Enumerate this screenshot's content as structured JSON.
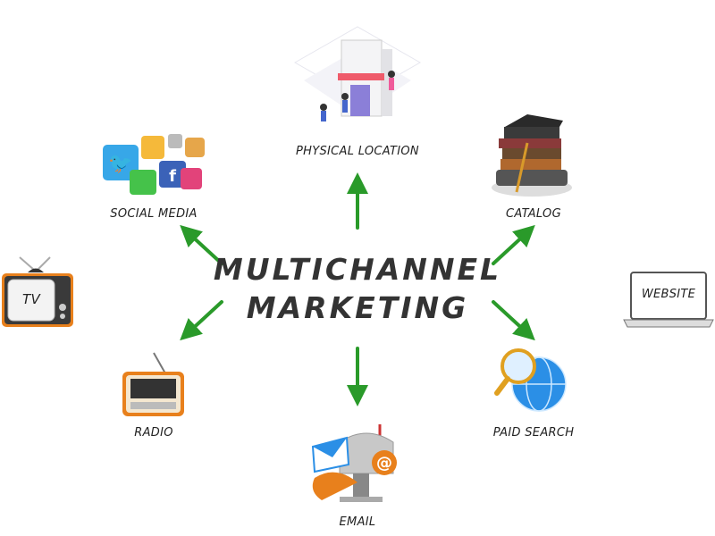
{
  "title": {
    "line1": "MULTICHANNEL",
    "line2": "MARKETING"
  },
  "colors": {
    "arrow": "#2a9a2a",
    "text": "#333333",
    "tv_frame": "#e8801c"
  },
  "channels": {
    "physical_location": "PHYSICAL LOCATION",
    "social_media": "SOCIAL MEDIA",
    "catalog": "CATALOG",
    "tv": "TV",
    "website": "WEBSITE",
    "radio": "RADIO",
    "paid_search": "PAID SEARCH",
    "email": "EMAIL"
  }
}
